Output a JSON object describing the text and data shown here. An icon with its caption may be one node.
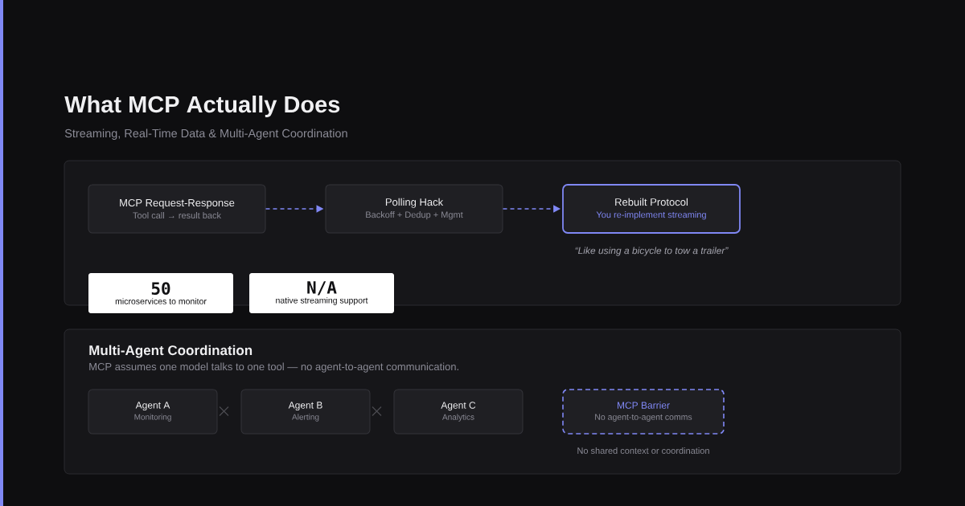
{
  "diagram": {
    "title": "What MCP Actually Does",
    "nodes": [
      {
        "text": [],
        "shape": "box"
      },
      {
        "text": [
          "MCP Request-Response",
          "Tool call → result back"
        ],
        "in": 0
      },
      {
        "text": [
          "Polling Hack",
          "Backoff + Dedup + Mgmt"
        ],
        "in": 0
      },
      {
        "text": [
          "Rebuilt Protocol",
          "You re-implement streaming"
        ],
        "beside": [
          "“Like using a bicycle to tow a trailer”"
        ],
        "in": 0
      },
      {
        "text": [
          "50",
          "microservices to monitor"
        ]
      },
      {
        "text": [
          "N/A",
          "native streaming support"
        ]
      },
      {
        "text": [
          "Multi-Agent Coordination",
          "MCP assumes one model talks to one tool — no agent-to-agent communication."
        ]
      },
      {
        "text": [
          "Agent A",
          "Monitoring"
        ],
        "in": 6
      },
      {
        "text": [
          "Agent B",
          "Alerting"
        ],
        "in": 6
      },
      {
        "text": [
          "Agent C",
          "Analytics"
        ],
        "in": 6
      },
      {
        "text": [
          "MCP Barrier",
          "No agent-to-agent comms"
        ],
        "beside": [
          "No shared context or coordination"
        ],
        "in": 6
      }
    ],
    "edges": [
      {
        "from": 1,
        "to": 2,
        "arrow": "to",
        "style": "dashed"
      },
      {
        "from": 2,
        "to": 3,
        "arrow": "to",
        "style": "dashed"
      }
    ],
    "labels": [
      "Streaming, Real-Time Data & Multi-Agent Coordination"
    ]
  }
}
